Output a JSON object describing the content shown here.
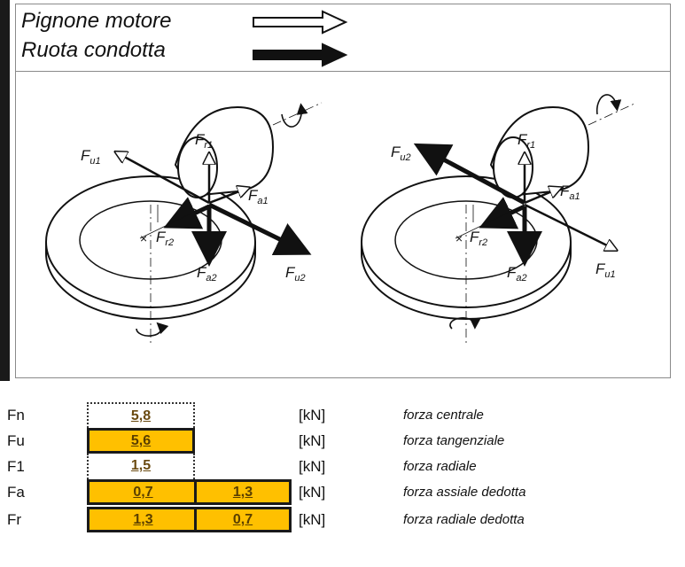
{
  "legend": {
    "driver": "Pignone motore",
    "driven": "Ruota condotta"
  },
  "force_labels": {
    "F": "F",
    "u1": "u1",
    "u2": "u2",
    "r1": "r1",
    "r2": "r2",
    "a1": "a1",
    "a2": "a2"
  },
  "table": {
    "rows": [
      {
        "symbol": "Fn",
        "values": [
          "5,8"
        ],
        "unit": "[kN]",
        "description": "forza centrale"
      },
      {
        "symbol": "Fu",
        "values": [
          "5,6"
        ],
        "unit": "[kN]",
        "description": "forza tangenziale"
      },
      {
        "symbol": "F1",
        "values": [
          "1,5"
        ],
        "unit": "[kN]",
        "description": "forza radiale"
      },
      {
        "symbol": "Fa",
        "values": [
          "0,7",
          "1,3"
        ],
        "unit": "[kN]",
        "description": "forza assiale dedotta"
      },
      {
        "symbol": "Fr",
        "values": [
          "1,3",
          "0,7"
        ],
        "unit": "[kN]",
        "description": "forza radiale dedotta"
      }
    ]
  },
  "colors": {
    "cell_fill": "#ffc000",
    "border": "#1a1a1a",
    "value_text": "#6a4a10"
  }
}
